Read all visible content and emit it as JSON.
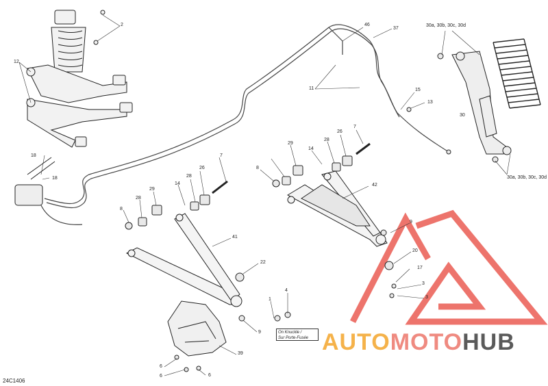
{
  "diagram_code": "24C1406",
  "knuckle_note": {
    "line1": "On Knuckle /",
    "line2": "Sur Porte-Fusée"
  },
  "brand": {
    "part1": "AUTO",
    "part2": "MOTO",
    "part3": "HUB",
    "color1": "#f5b24a",
    "color2": "#ef8a80",
    "color3": "#5a5a5a",
    "triangle_color": "#e8463c"
  },
  "callouts": [
    {
      "id": "c2",
      "text": "2"
    },
    {
      "id": "c12",
      "text": "12"
    },
    {
      "id": "c18a",
      "text": "18"
    },
    {
      "id": "c18b",
      "text": "18"
    },
    {
      "id": "c46",
      "text": "46"
    },
    {
      "id": "c37",
      "text": "37"
    },
    {
      "id": "c11",
      "text": "11"
    },
    {
      "id": "c15",
      "text": "15"
    },
    {
      "id": "c13",
      "text": "13"
    },
    {
      "id": "c30tl",
      "text": "30a, 30b, 30c, 30d"
    },
    {
      "id": "c30",
      "text": "30"
    },
    {
      "id": "c30br",
      "text": "30a, 30b, 30c, 30d"
    },
    {
      "id": "c7a",
      "text": "7"
    },
    {
      "id": "c26a",
      "text": "26"
    },
    {
      "id": "c28a",
      "text": "28"
    },
    {
      "id": "c14a",
      "text": "14"
    },
    {
      "id": "c29a",
      "text": "29"
    },
    {
      "id": "c8a",
      "text": "8"
    },
    {
      "id": "c7b",
      "text": "7"
    },
    {
      "id": "c26b",
      "text": "26"
    },
    {
      "id": "c28b",
      "text": "28"
    },
    {
      "id": "c14b",
      "text": "14"
    },
    {
      "id": "c29b",
      "text": "29"
    },
    {
      "id": "c28c",
      "text": "28"
    },
    {
      "id": "c8b",
      "text": "8"
    },
    {
      "id": "c42",
      "text": "42"
    },
    {
      "id": "c9a",
      "text": "9"
    },
    {
      "id": "c20",
      "text": "20"
    },
    {
      "id": "c17",
      "text": "17"
    },
    {
      "id": "c3a",
      "text": "3"
    },
    {
      "id": "c3b",
      "text": "3"
    },
    {
      "id": "c41",
      "text": "41"
    },
    {
      "id": "c22",
      "text": "22"
    },
    {
      "id": "c1",
      "text": "1"
    },
    {
      "id": "c4",
      "text": "4"
    },
    {
      "id": "c9b",
      "text": "9"
    },
    {
      "id": "c39",
      "text": "39"
    },
    {
      "id": "c6a",
      "text": "6"
    },
    {
      "id": "c6b",
      "text": "6"
    },
    {
      "id": "c6c",
      "text": "6"
    }
  ]
}
